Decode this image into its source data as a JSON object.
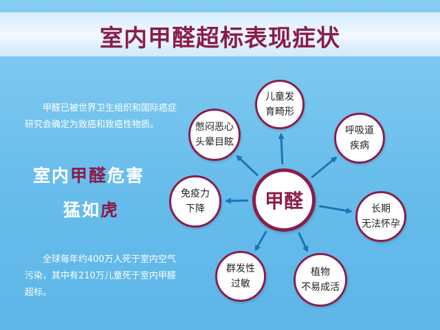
{
  "title": "室内甲醛超标表现症状",
  "left_panel": {
    "paragraph1": "甲醛已被世界卫生组织和国际癌症研究会确定为致癌和致癌性物质。",
    "slogan_line1_a": "室内",
    "slogan_line1_hl": "甲醛",
    "slogan_line1_b": "危害",
    "slogan_line2_a": "猛如",
    "slogan_line2_hl": "虎",
    "paragraph2": "全球每年约400万人死于室内空气污染，其中有210万儿童死于室内甲醛超标。"
  },
  "diagram": {
    "center": "甲醛",
    "nodes": [
      {
        "line1": "儿童发",
        "line2": "育畸形"
      },
      {
        "line1": "呼吸道",
        "line2": "疾病"
      },
      {
        "line1": "长期",
        "line2": "无法怀孕"
      },
      {
        "line1": "植物",
        "line2": "不易成活"
      },
      {
        "line1": "群发性",
        "line2": "过敏"
      },
      {
        "line1": "免疫力",
        "line2": "下降"
      },
      {
        "line1": "憋闷恶心",
        "line2": "头晕目眩"
      }
    ]
  },
  "colors": {
    "background": "#66bceb",
    "accent": "#8a1d4b",
    "arrow": "#1e73b3",
    "text_light": "#ffffff"
  }
}
